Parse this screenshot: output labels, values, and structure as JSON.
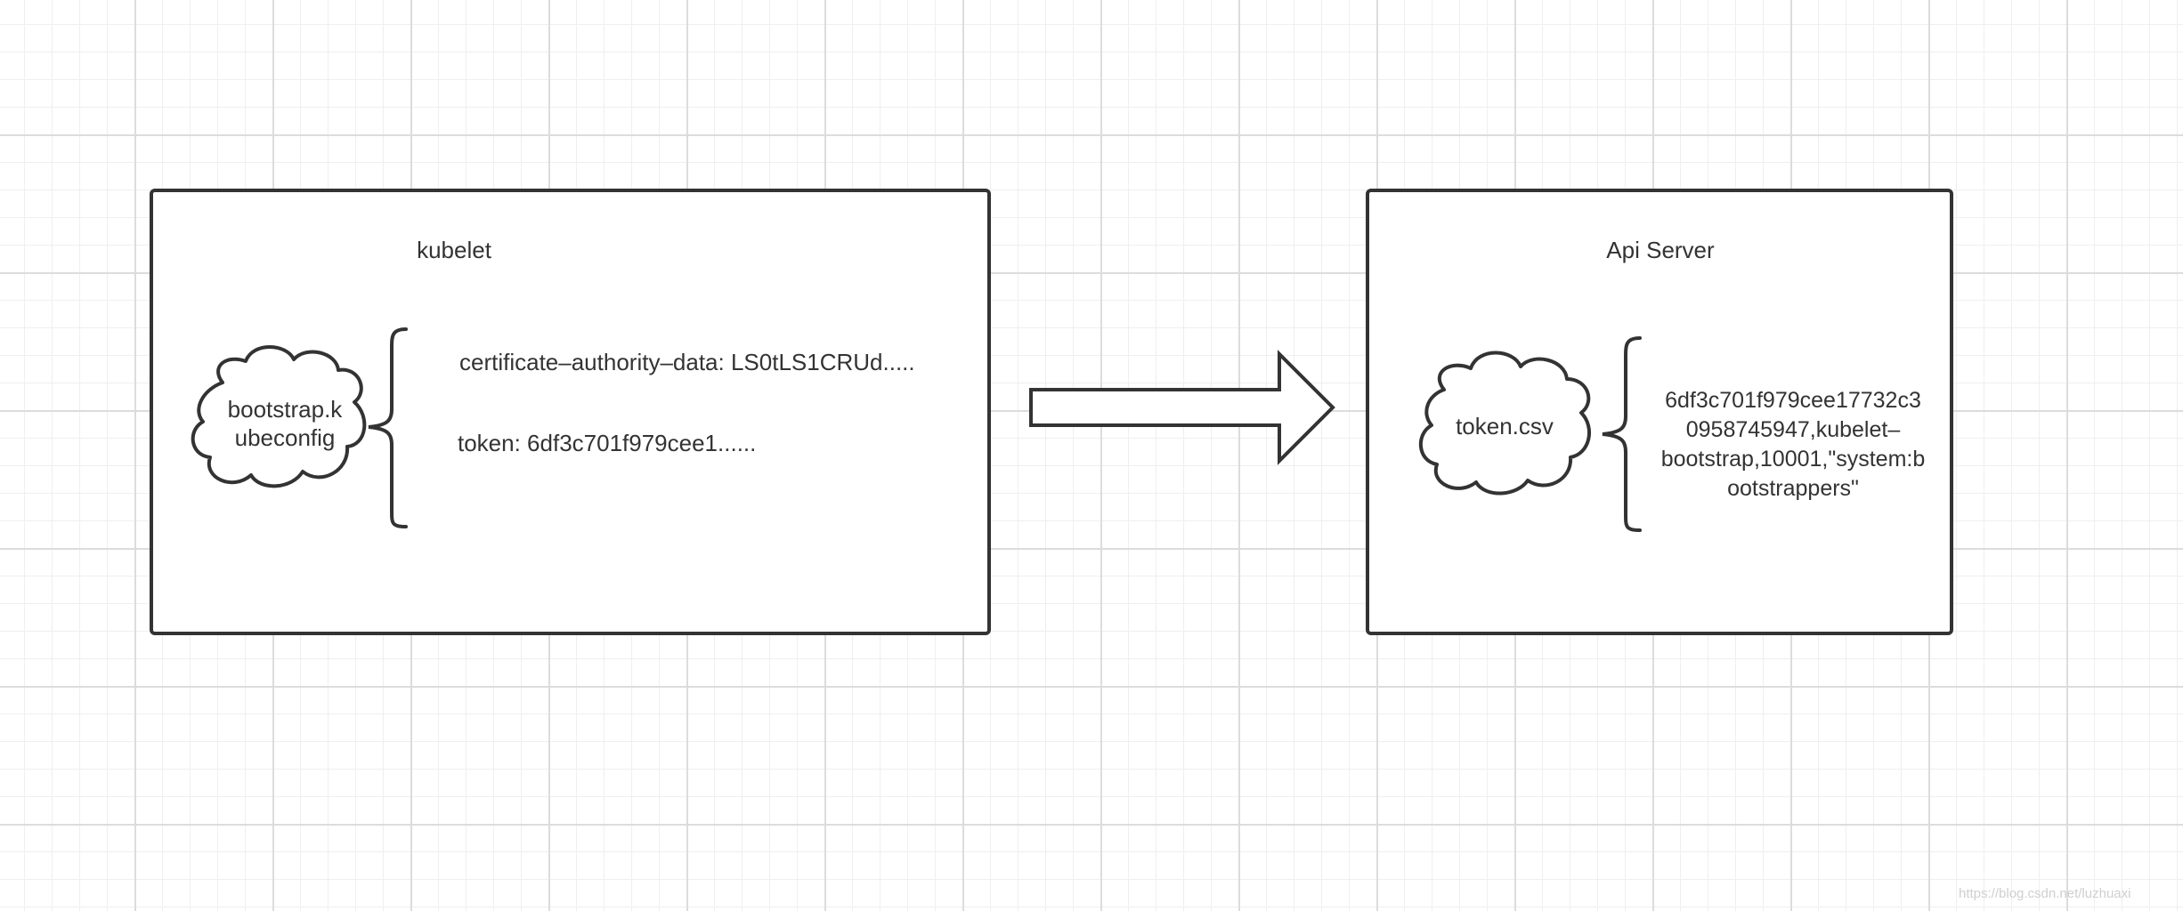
{
  "kubelet": {
    "title": "kubelet",
    "cloud_label": "bootstrap.kubeconfig",
    "cloud_label_lines": [
      "bootstrap.k",
      "ubeconfig"
    ],
    "fields": [
      "certificate–authority–data: LS0tLS1CRUd.....",
      "token: 6df3c701f979cee1......"
    ]
  },
  "api_server": {
    "title": "Api Server",
    "cloud_label": "token.csv",
    "csv_entry_lines": [
      "6df3c701f979cee17732c3",
      "0958745947,kubelet–",
      "bootstrap,10001,\"system:b",
      "ootstrappers\""
    ]
  },
  "watermark": "https://blog.csdn.net/luzhuaxi",
  "colors": {
    "stroke": "#333333",
    "grid_major": "#dcdcdc",
    "grid_minor": "#efefef"
  }
}
